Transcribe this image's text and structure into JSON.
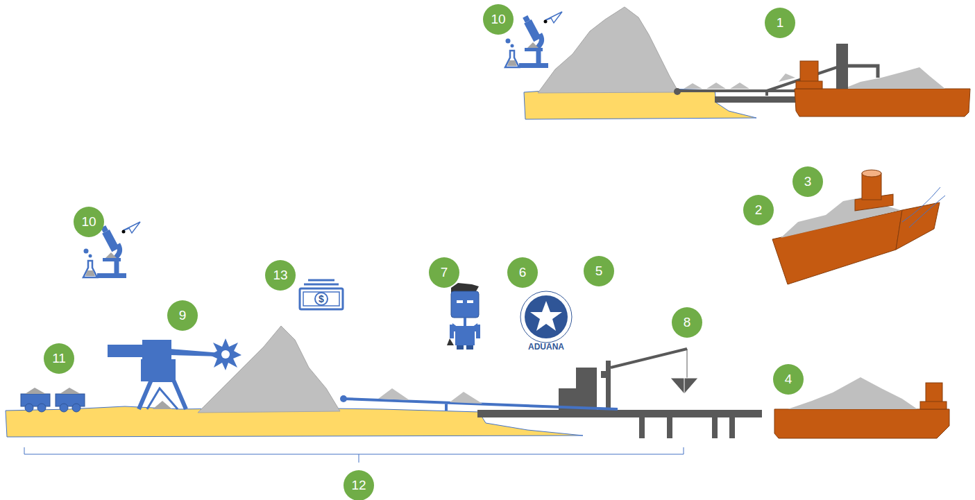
{
  "diagram": {
    "labels": [
      "10",
      "1",
      "3",
      "2",
      "10",
      "13",
      "7",
      "6",
      "5",
      "8",
      "9",
      "11",
      "4",
      "12",
      "ADUANA",
      "$"
    ]
  }
}
